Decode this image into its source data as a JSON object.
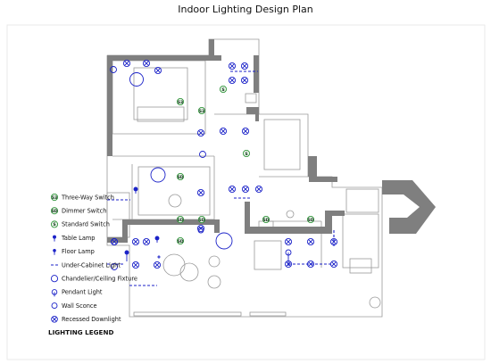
{
  "title": "Indoor Lighting Design Plan",
  "colors": {
    "fixture": "#1b22c8",
    "switch": "#1f8c2a",
    "wall": "#7f7f7f",
    "line": "#9a9a9a"
  },
  "legend": {
    "heading": "LIGHTING LEGEND",
    "items": [
      {
        "symbol": "three-way-switch",
        "label": "Three-Way Switch"
      },
      {
        "symbol": "dimmer-switch",
        "label": "Dimmer Switch"
      },
      {
        "symbol": "standard-switch",
        "label": "Standard Switch"
      },
      {
        "symbol": "table-lamp",
        "label": "Table Lamp"
      },
      {
        "symbol": "floor-lamp",
        "label": "Floor Lamp"
      },
      {
        "symbol": "under-cabinet-light",
        "label": "Under-Cabinet Light"
      },
      {
        "symbol": "chandelier",
        "label": "Chandelier/Ceiling Fixture"
      },
      {
        "symbol": "pendant-light",
        "label": "Pendant Light"
      },
      {
        "symbol": "wall-sconce",
        "label": "Wall Sconce"
      },
      {
        "symbol": "recessed-downlight",
        "label": "Recessed Downlight"
      }
    ]
  },
  "switch_marks": {
    "three_way": "S3",
    "dimmer": "SD",
    "standard": "S"
  }
}
